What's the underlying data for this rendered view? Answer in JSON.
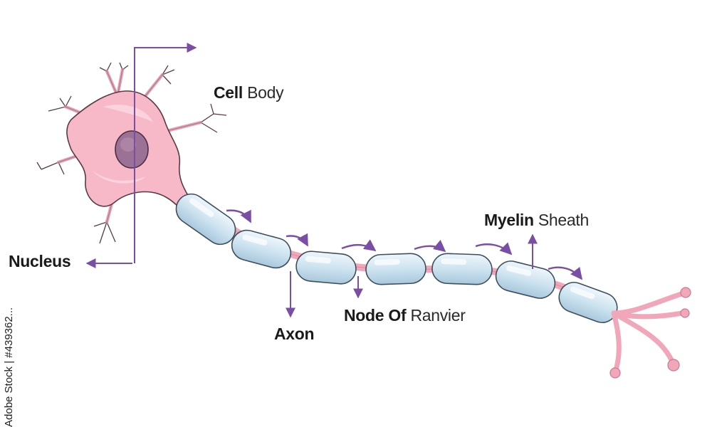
{
  "labels": {
    "cell_body": {
      "bold": "Cell",
      "light": "Body"
    },
    "nucleus": {
      "bold": "Nucleus",
      "light": ""
    },
    "axon": {
      "bold": "Axon",
      "light": ""
    },
    "node_of_ranvier": {
      "bold": "Node Of",
      "light": "Ranvier"
    },
    "myelin_sheath": {
      "bold": "Myelin",
      "light": "Sheath"
    }
  },
  "watermark": {
    "text": "Adobe Stock | #439362..."
  },
  "colors": {
    "arrow": "#7b4ea6",
    "cell": "#f7b8c8",
    "nucleus": "#9b7196",
    "myelin": "#cde3f0"
  }
}
